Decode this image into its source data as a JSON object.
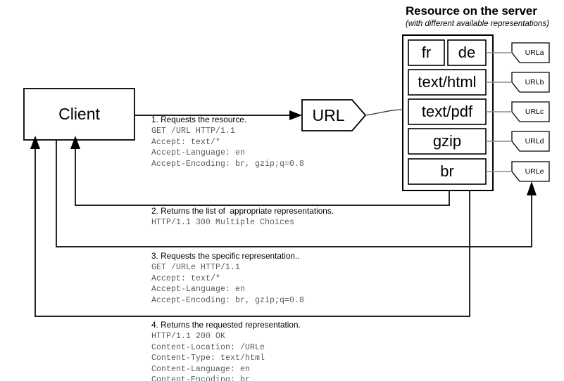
{
  "title": {
    "main": "Resource on the server",
    "sub": "(with different available representations)"
  },
  "client": {
    "label": "Client"
  },
  "url_node": {
    "label": "URL"
  },
  "representations": [
    {
      "label": "fr"
    },
    {
      "label": "de"
    },
    {
      "label": "text/html"
    },
    {
      "label": "text/pdf"
    },
    {
      "label": "gzip"
    },
    {
      "label": "br"
    }
  ],
  "url_tags": [
    {
      "label": "URLa"
    },
    {
      "label": "URLb"
    },
    {
      "label": "URLc"
    },
    {
      "label": "URLd"
    },
    {
      "label": "URLe"
    }
  ],
  "steps": [
    {
      "title": "1. Requests the resource.",
      "body": "GET /URL HTTP/1.1\nAccept: text/*\nAccept-Language: en\nAccept-Encoding: br, gzip;q=0.8"
    },
    {
      "title": "2. Returns the list of  appropriate representations.",
      "body": "HTTP/1.1 300 Multiple Choices"
    },
    {
      "title": "3. Requests the specific representation..",
      "body": "GET /URLe HTTP/1.1\nAccept: text/*\nAccept-Language: en\nAccept-Encoding: br, gzip;q=0.8"
    },
    {
      "title": "4. Returns the requested representation.",
      "body": "HTTP/1.1 200 OK\nContent-Location: /URLe\nContent-Type: text/html\nContent-Language: en\nContent-Encoding: br"
    }
  ],
  "colors": {
    "stroke": "#000000",
    "mono_text": "#555b5e",
    "connector_grey": "#888888",
    "background": "#ffffff"
  }
}
